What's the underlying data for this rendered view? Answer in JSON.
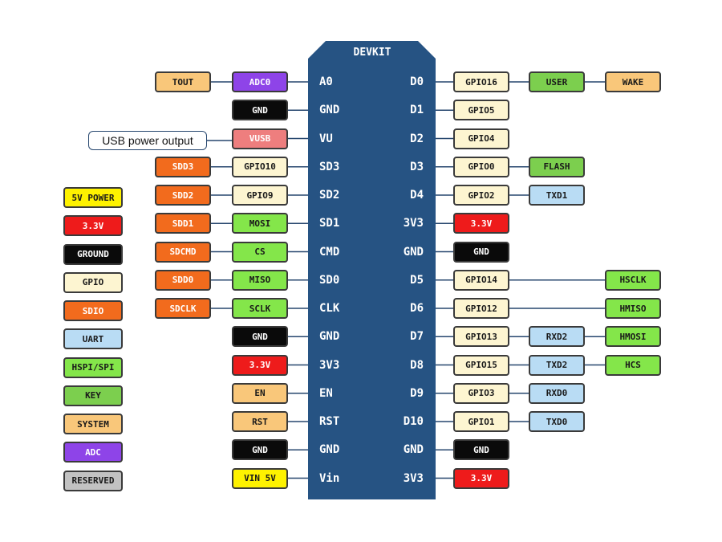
{
  "board": {
    "title": "DEVKIT"
  },
  "colors": {
    "board": "#265383",
    "tout": "#f9c77a",
    "adc": "#8e44e8",
    "ground": "#0a0a0a",
    "vusb": "#ee7e7e",
    "sdio": "#f26b1d",
    "gpio": "#fdf5d1",
    "spi": "#84e64a",
    "power33": "#ee1b1b",
    "power5v": "#fef200",
    "system": "#f9c77a",
    "uart": "#b9dcf4",
    "key": "#7ccf4e",
    "reserved": "#c2c2c2",
    "wire": "#26466e"
  },
  "usb_note": "USB power output",
  "left_pins": [
    {
      "pin": "A0",
      "labels": [
        {
          "text": "TOUT",
          "kind": "tout"
        },
        {
          "text": "ADC0",
          "kind": "adc"
        }
      ]
    },
    {
      "pin": "GND",
      "labels": [
        {
          "text": "GND",
          "kind": "ground"
        }
      ]
    },
    {
      "pin": "VU",
      "labels": [
        {
          "text": "VUSB",
          "kind": "vusb"
        }
      ]
    },
    {
      "pin": "SD3",
      "labels": [
        {
          "text": "SDD3",
          "kind": "sdio"
        },
        {
          "text": "GPIO10",
          "kind": "gpio"
        }
      ]
    },
    {
      "pin": "SD2",
      "labels": [
        {
          "text": "SDD2",
          "kind": "sdio"
        },
        {
          "text": "GPIO9",
          "kind": "gpio"
        }
      ]
    },
    {
      "pin": "SD1",
      "labels": [
        {
          "text": "SDD1",
          "kind": "sdio"
        },
        {
          "text": "MOSI",
          "kind": "spi"
        }
      ]
    },
    {
      "pin": "CMD",
      "labels": [
        {
          "text": "SDCMD",
          "kind": "sdio"
        },
        {
          "text": "CS",
          "kind": "spi"
        }
      ]
    },
    {
      "pin": "SD0",
      "labels": [
        {
          "text": "SDD0",
          "kind": "sdio"
        },
        {
          "text": "MISO",
          "kind": "spi"
        }
      ]
    },
    {
      "pin": "CLK",
      "labels": [
        {
          "text": "SDCLK",
          "kind": "sdio"
        },
        {
          "text": "SCLK",
          "kind": "spi"
        }
      ]
    },
    {
      "pin": "GND",
      "labels": [
        {
          "text": "GND",
          "kind": "ground"
        }
      ]
    },
    {
      "pin": "3V3",
      "labels": [
        {
          "text": "3.3V",
          "kind": "power33"
        }
      ]
    },
    {
      "pin": "EN",
      "labels": [
        {
          "text": "EN",
          "kind": "system"
        }
      ]
    },
    {
      "pin": "RST",
      "labels": [
        {
          "text": "RST",
          "kind": "system"
        }
      ]
    },
    {
      "pin": "GND",
      "labels": [
        {
          "text": "GND",
          "kind": "ground"
        }
      ]
    },
    {
      "pin": "Vin",
      "labels": [
        {
          "text": "VIN 5V",
          "kind": "power5v"
        }
      ]
    }
  ],
  "right_pins": [
    {
      "pin": "D0",
      "labels": [
        {
          "text": "GPIO16",
          "kind": "gpio"
        },
        {
          "text": "USER",
          "kind": "key"
        },
        {
          "text": "WAKE",
          "kind": "system"
        }
      ]
    },
    {
      "pin": "D1",
      "labels": [
        {
          "text": "GPIO5",
          "kind": "gpio"
        }
      ]
    },
    {
      "pin": "D2",
      "labels": [
        {
          "text": "GPIO4",
          "kind": "gpio"
        }
      ]
    },
    {
      "pin": "D3",
      "labels": [
        {
          "text": "GPIO0",
          "kind": "gpio"
        },
        {
          "text": "FLASH",
          "kind": "key"
        }
      ]
    },
    {
      "pin": "D4",
      "labels": [
        {
          "text": "GPIO2",
          "kind": "gpio"
        },
        {
          "text": "TXD1",
          "kind": "uart"
        }
      ]
    },
    {
      "pin": "3V3",
      "labels": [
        {
          "text": "3.3V",
          "kind": "power33"
        }
      ]
    },
    {
      "pin": "GND",
      "labels": [
        {
          "text": "GND",
          "kind": "ground"
        }
      ]
    },
    {
      "pin": "D5",
      "labels": [
        {
          "text": "GPIO14",
          "kind": "gpio"
        },
        {
          "text": "HSCLK",
          "kind": "spi",
          "far": true
        }
      ]
    },
    {
      "pin": "D6",
      "labels": [
        {
          "text": "GPIO12",
          "kind": "gpio"
        },
        {
          "text": "HMISO",
          "kind": "spi",
          "far": true
        }
      ]
    },
    {
      "pin": "D7",
      "labels": [
        {
          "text": "GPIO13",
          "kind": "gpio"
        },
        {
          "text": "RXD2",
          "kind": "uart"
        },
        {
          "text": "HMOSI",
          "kind": "spi"
        }
      ]
    },
    {
      "pin": "D8",
      "labels": [
        {
          "text": "GPIO15",
          "kind": "gpio"
        },
        {
          "text": "TXD2",
          "kind": "uart"
        },
        {
          "text": "HCS",
          "kind": "spi"
        }
      ]
    },
    {
      "pin": "D9",
      "labels": [
        {
          "text": "GPIO3",
          "kind": "gpio"
        },
        {
          "text": "RXD0",
          "kind": "uart"
        }
      ]
    },
    {
      "pin": "D10",
      "labels": [
        {
          "text": "GPIO1",
          "kind": "gpio"
        },
        {
          "text": "TXD0",
          "kind": "uart"
        }
      ]
    },
    {
      "pin": "GND",
      "labels": [
        {
          "text": "GND",
          "kind": "ground"
        }
      ]
    },
    {
      "pin": "3V3",
      "labels": [
        {
          "text": "3.3V",
          "kind": "power33"
        }
      ]
    }
  ],
  "legend": [
    {
      "text": "5V POWER",
      "kind": "power5v"
    },
    {
      "text": "3.3V",
      "kind": "power33"
    },
    {
      "text": "GROUND",
      "kind": "ground"
    },
    {
      "text": "GPIO",
      "kind": "gpio"
    },
    {
      "text": "SDIO",
      "kind": "sdio"
    },
    {
      "text": "UART",
      "kind": "uart"
    },
    {
      "text": "HSPI/SPI",
      "kind": "spi"
    },
    {
      "text": "KEY",
      "kind": "key"
    },
    {
      "text": "SYSTEM",
      "kind": "system"
    },
    {
      "text": "ADC",
      "kind": "adc"
    },
    {
      "text": "RESERVED",
      "kind": "reserved"
    }
  ]
}
